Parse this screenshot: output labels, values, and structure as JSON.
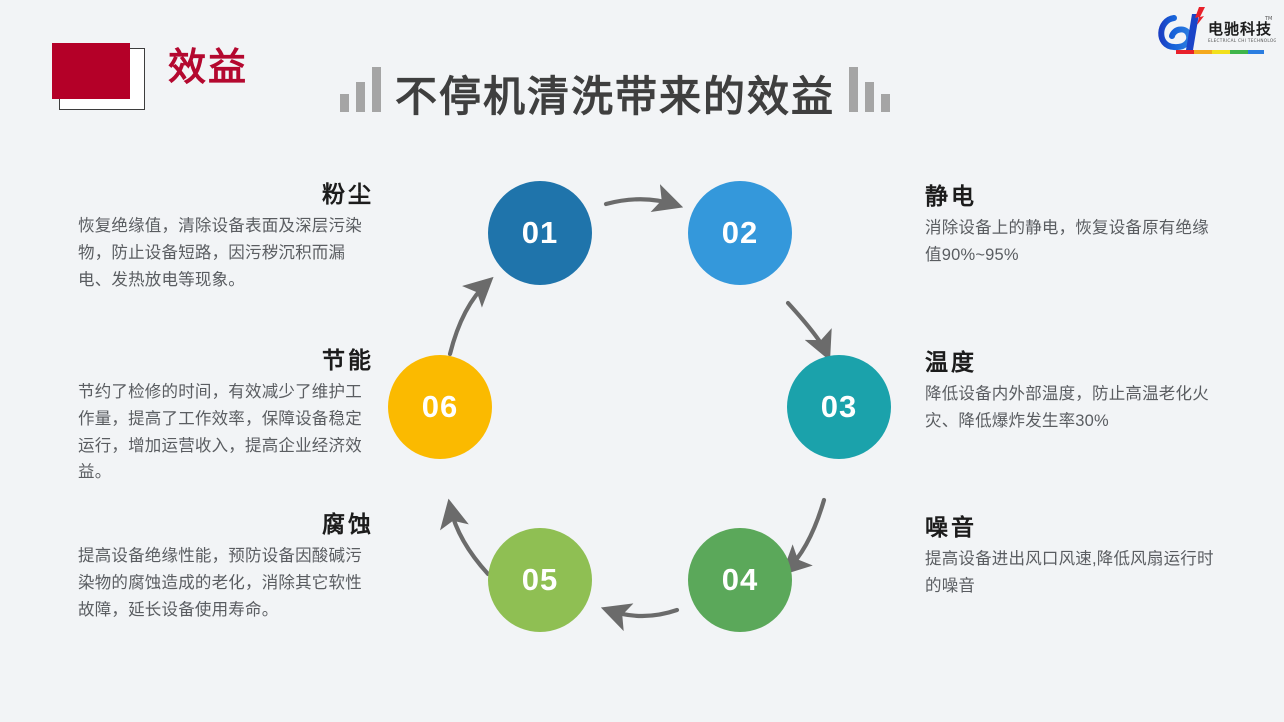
{
  "header": {
    "kicker": "效益",
    "title": "不停机清洗带来的效益",
    "logo": {
      "name_cn": "电驰科技",
      "name_en": "ELECTRICAL CHI TECHNOLOGY",
      "trademark": "TM"
    }
  },
  "colors": {
    "background": "#f2f4f6",
    "accent_red": "#b40028",
    "kicker_red": "#b4082f",
    "title_gray": "#3f3f3f",
    "bar_gray": "#a5a5a5",
    "arrow_gray": "#6b6b6b",
    "node_01": "#1f74ab",
    "node_02": "#3498db",
    "node_03": "#1ba2ab",
    "node_04": "#5ba85a",
    "node_05": "#8fbf53",
    "node_06": "#fbba00"
  },
  "wheel": {
    "nodes": [
      {
        "number": "01",
        "color": "#1f74ab"
      },
      {
        "number": "02",
        "color": "#3498db"
      },
      {
        "number": "03",
        "color": "#1ba2ab"
      },
      {
        "number": "04",
        "color": "#5ba85a"
      },
      {
        "number": "05",
        "color": "#8fbf53"
      },
      {
        "number": "06",
        "color": "#fbba00"
      }
    ]
  },
  "benefits": {
    "dust": {
      "title": "粉尘",
      "body": "恢复绝缘值，清除设备表面及深层污染物，防止设备短路，因污秽沉积而漏电、发热放电等现象。"
    },
    "static": {
      "title": "静电",
      "body": "消除设备上的静电，恢复设备原有绝缘值90%~95%"
    },
    "temperature": {
      "title": "温度",
      "body": "降低设备内外部温度，防止高温老化火灾、降低爆炸发生率30%"
    },
    "noise": {
      "title": "噪音",
      "body": "提高设备进出风口风速,降低风扇运行时的噪音"
    },
    "corrosion": {
      "title": "腐蚀",
      "body": "提高设备绝缘性能，预防设备因酸碱污染物的腐蚀造成的老化，消除其它软性故障，延长设备使用寿命。"
    },
    "energy": {
      "title": "节能",
      "body": "节约了检修的时间，有效减少了维护工作量，提高了工作效率，保障设备稳定运行，增加运营收入，提高企业经济效益。"
    }
  }
}
